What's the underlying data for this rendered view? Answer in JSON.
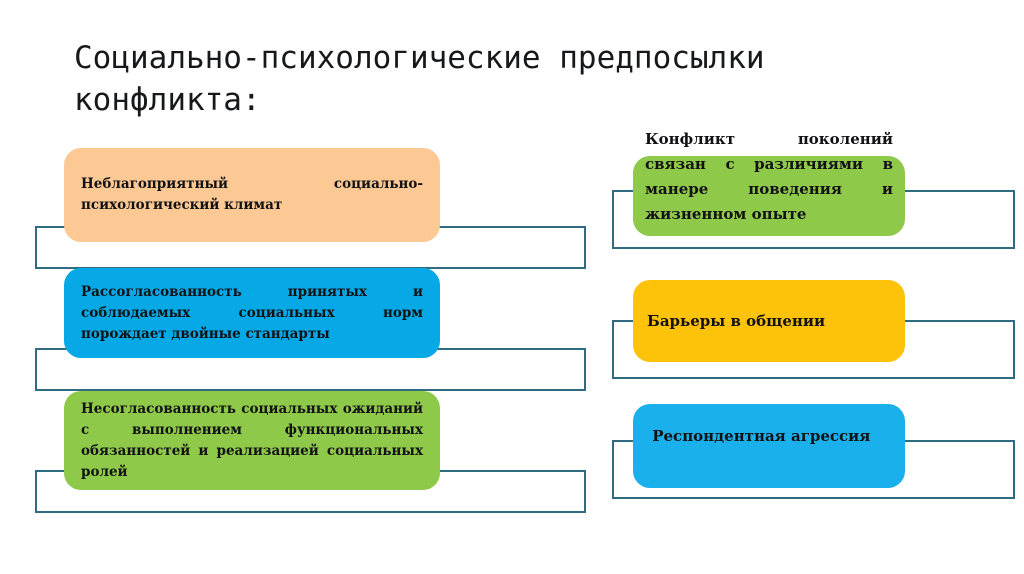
{
  "slide": {
    "title": "Социально-психологические предпосылки конфликта:",
    "background_color": "#ffffff"
  },
  "palette": {
    "peach": "#fcc894",
    "blue": "#06a9e6",
    "light_blue": "#1ab0ec",
    "green": "#8fc94a",
    "amber": "#fdc20a",
    "outline_teal": "#2f6c82",
    "text_black": "#121214"
  },
  "left_column": {
    "cards": [
      {
        "id": "card-l1",
        "text": "Неблагоприятный социально-психологический климат",
        "color": "#fcc894",
        "color_name": "peach"
      },
      {
        "id": "card-l2",
        "text": "Рассогласованность принятых и соблюдаемых социальных норм порождает двойные стандарты",
        "color": "#06a9e6",
        "color_name": "blue"
      },
      {
        "id": "card-l3",
        "text": "Несогласованность социальных ожиданий с выполнением функциональных обязанностей и реализацией социальных ролей",
        "color": "#8fc94a",
        "color_name": "green"
      }
    ]
  },
  "right_column": {
    "cards": [
      {
        "id": "card-r1",
        "text": "Конфликт поколений связан с различиями в манере поведения и жизненном опыте",
        "color": "#8fc94a",
        "color_name": "green"
      },
      {
        "id": "card-r2",
        "text": "Барьеры в общении",
        "color": "#fdc20a",
        "color_name": "amber"
      },
      {
        "id": "card-r3",
        "text": " Респондентная агрессия",
        "color": "#1ab0ec",
        "color_name": "light-blue"
      }
    ]
  }
}
